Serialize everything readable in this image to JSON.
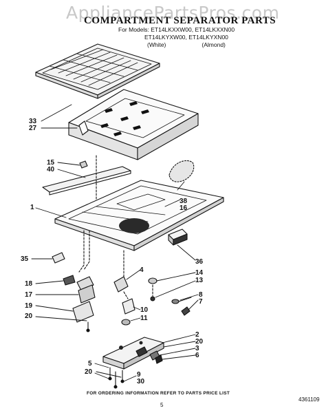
{
  "watermark": "AppliancePartsPros.com",
  "header": {
    "title": "COMPARTMENT SEPARATOR PARTS",
    "models_line1": "For Models: ET14LKXXW00, ET14LKXXN00",
    "models_line2": "ET14LKYXW00, ET14LKYXN00",
    "color_white": "(White)",
    "color_almond": "(Almond)"
  },
  "callouts": [
    "33",
    "27",
    "15",
    "40",
    "1",
    "38",
    "16",
    "36",
    "4",
    "14",
    "13",
    "35",
    "18",
    "17",
    "8",
    "7",
    "19",
    "10",
    "20",
    "11",
    "2",
    "20",
    "3",
    "6",
    "5",
    "9",
    "20",
    "30"
  ],
  "footer": {
    "note": "FOR ORDERING INFORMATION REFER TO PARTS PRICE LIST",
    "page_number": "5",
    "document_number": "4361109"
  }
}
